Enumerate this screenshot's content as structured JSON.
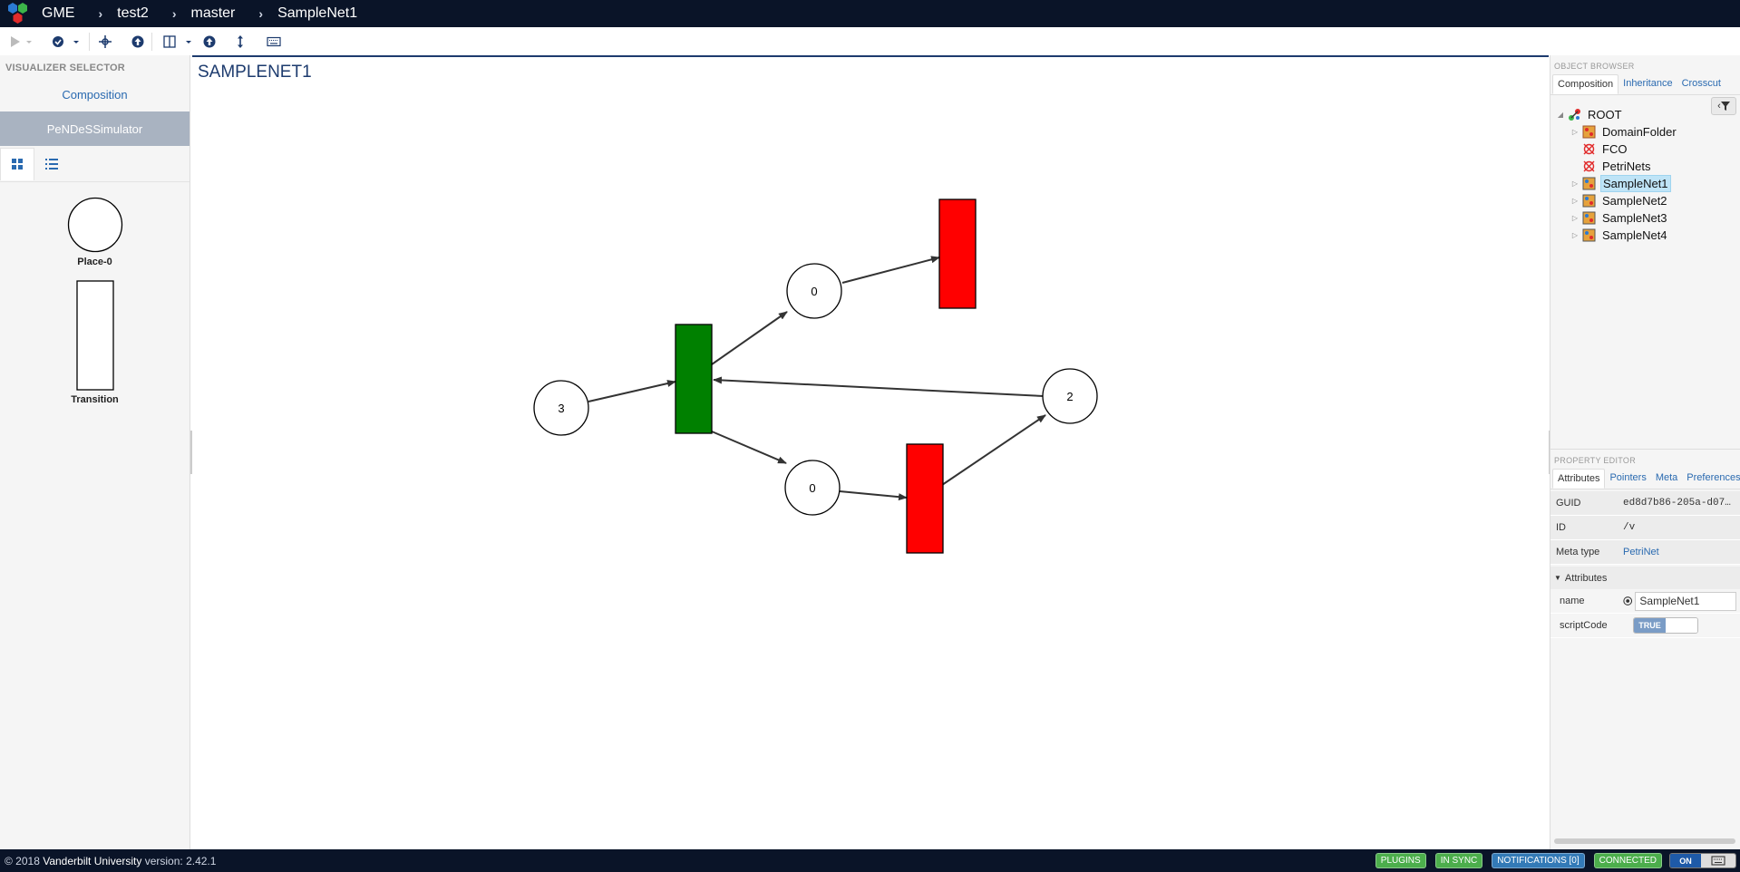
{
  "breadcrumb": {
    "app": "GME",
    "project": "test2",
    "branch": "master",
    "node": "SampleNet1"
  },
  "toolbar": {
    "icons": [
      "play-icon",
      "caret-down-icon",
      "check-circle-icon",
      "caret-down-icon",
      "crosshair-icon",
      "arrow-up-circle-icon",
      "columns-icon",
      "caret-down-icon",
      "arrow-up-circle-icon",
      "vertical-arrows-icon",
      "keyboard-icon"
    ]
  },
  "visualizer_selector": {
    "title": "VISUALIZER SELECTOR",
    "items": [
      {
        "label": "Composition",
        "active": false
      },
      {
        "label": "PeNDeSSimulator",
        "active": true
      }
    ]
  },
  "part_browser": {
    "parts": [
      {
        "label": "Place-0",
        "shape": "circle"
      },
      {
        "label": "Transition",
        "shape": "rect"
      }
    ]
  },
  "canvas": {
    "title": "SAMPLENET1",
    "places": [
      {
        "id": "p3",
        "tokens": "3"
      },
      {
        "id": "p0a",
        "tokens": "0"
      },
      {
        "id": "p0b",
        "tokens": "0"
      },
      {
        "id": "p2",
        "tokens": "2"
      }
    ],
    "transitions": [
      {
        "id": "t-green",
        "color": "#008000",
        "enabled": true
      },
      {
        "id": "t-red-top",
        "color": "#ff0000",
        "enabled": false
      },
      {
        "id": "t-red-bottom",
        "color": "#ff0000",
        "enabled": false
      }
    ]
  },
  "object_browser": {
    "title": "OBJECT BROWSER",
    "tabs": [
      "Composition",
      "Inheritance",
      "Crosscut"
    ],
    "active_tab": "Composition",
    "tree": [
      {
        "label": "ROOT",
        "level": 0,
        "expand": "open",
        "icon": "root-icon"
      },
      {
        "label": "DomainFolder",
        "level": 1,
        "expand": "closed",
        "icon": "folder-icon"
      },
      {
        "label": "FCO",
        "level": 1,
        "expand": "none",
        "icon": "fco-icon"
      },
      {
        "label": "PetriNets",
        "level": 1,
        "expand": "none",
        "icon": "fco-icon"
      },
      {
        "label": "SampleNet1",
        "level": 1,
        "expand": "closed",
        "icon": "model-icon",
        "selected": true
      },
      {
        "label": "SampleNet2",
        "level": 1,
        "expand": "closed",
        "icon": "model-icon"
      },
      {
        "label": "SampleNet3",
        "level": 1,
        "expand": "closed",
        "icon": "model-icon"
      },
      {
        "label": "SampleNet4",
        "level": 1,
        "expand": "closed",
        "icon": "model-icon"
      }
    ]
  },
  "property_editor": {
    "title": "PROPERTY EDITOR",
    "tabs": [
      "Attributes",
      "Pointers",
      "Meta",
      "Preferences"
    ],
    "active_tab": "Attributes",
    "guid_label": "GUID",
    "guid_value": "ed8d7b86-205a-d07…",
    "id_label": "ID",
    "id_value": "/v",
    "metatype_label": "Meta type",
    "metatype_value": "PetriNet",
    "group_label": "Attributes",
    "name_label": "name",
    "name_value": "SampleNet1",
    "scriptcode_label": "scriptCode",
    "scriptcode_value": "TRUE"
  },
  "footer": {
    "copyright": "© 2018",
    "org": "Vanderbilt University",
    "version": "version: 2.42.1",
    "badges": [
      {
        "label": "PLUGINS",
        "color": "green"
      },
      {
        "label": "IN SYNC",
        "color": "green"
      },
      {
        "label": "NOTIFICATIONS [0]",
        "color": "blue"
      },
      {
        "label": "CONNECTED",
        "color": "green"
      }
    ],
    "keyboard_toggle": "ON"
  }
}
